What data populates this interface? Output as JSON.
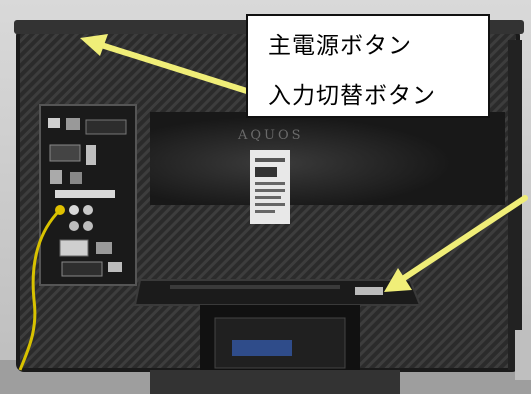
{
  "callout": {
    "line1": "主電源ボタン",
    "line2": "入力切替ボタン"
  },
  "brand_logo": "AQUOS",
  "colors": {
    "arrow": "#f0ee78",
    "tv_body": "#262626",
    "background_wall": "#cfcfcf"
  }
}
